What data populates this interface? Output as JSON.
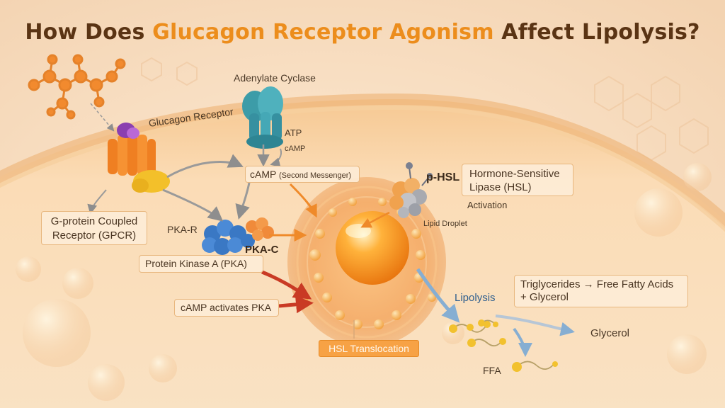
{
  "title": {
    "part1": "How Does ",
    "highlight": "Glucagon Receptor Agonism",
    "part2": " Affect Lipolysis?"
  },
  "labels": {
    "adenylate_cyclase": "Adenylate Cyclase",
    "glucagon_receptor": "Glucagon Receptor",
    "atp": "ATP",
    "camp_small": "cAMP",
    "camp_main": "cAMP",
    "camp_note": "(Second Messenger)",
    "gpcr_line1": "G-protein Coupled",
    "gpcr_line2": "Receptor (GPCR)",
    "pka_r": "PKA-R",
    "pka_c": "PKA-C",
    "pka": "Protein Kinase A (PKA)",
    "camp_activates": "cAMP activates PKA",
    "p_hsl": "p-HSL",
    "hsl_line1": "Hormone-Sensitive",
    "hsl_line2": "Lipase (HSL)",
    "activation": "Activation",
    "lipid_droplet": "Lipid Droplet",
    "lipolysis": "Lipolysis",
    "tg_line1": "Triglycerides → Free Fatty Acids",
    "tg_line2": "+ Glycerol",
    "glycerol": "Glycerol",
    "ffa": "FFA",
    "hsl_translocation": "HSL Translocation"
  },
  "colors": {
    "title_dark": "#5a3414",
    "title_accent": "#ec8d1c",
    "box_fill": "#fdecd6",
    "box_border": "#e8b77e",
    "orange_box": "#f7a245",
    "arrow_gray": "#8e8e8e",
    "arrow_orange": "#ef8a2a",
    "arrow_red": "#c93a24",
    "arrow_blue": "#86aed2"
  }
}
